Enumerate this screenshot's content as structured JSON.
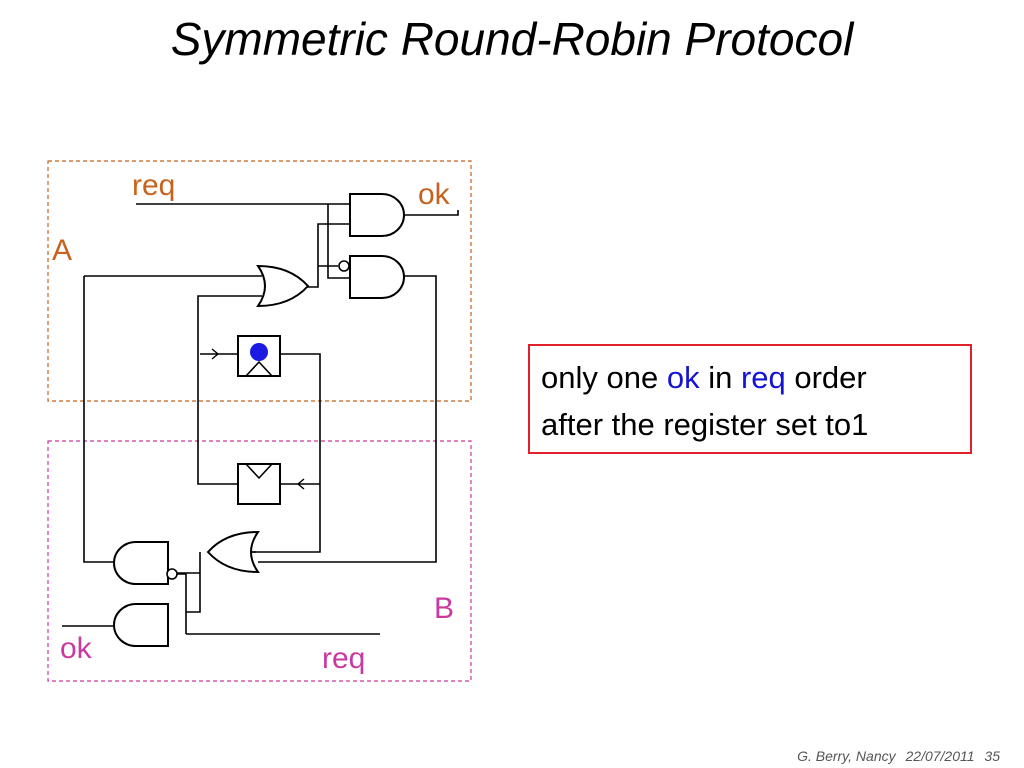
{
  "slide": {
    "title": "Symmetric Round-Robin Protocol"
  },
  "diagram": {
    "module_a": {
      "label": "A",
      "input_label": "req",
      "output_label": "ok",
      "border_color": "#c8621e"
    },
    "module_b": {
      "label": "B",
      "input_label": "req",
      "output_label": "ok",
      "border_color": "#c83aa0"
    },
    "register_state": {
      "a_initial": "set",
      "b_initial": "clear"
    },
    "register_dot_color": "#1a1ae0"
  },
  "note": {
    "line1_part1": "only one ",
    "ok_word": "ok",
    "line1_part2": " in ",
    "req_word": "req",
    "line1_part3": " order",
    "line2": "after the register set to1",
    "border_color": "#e0202a",
    "keyword_color": "#1414d2"
  },
  "footer": {
    "author": "G. Berry, Nancy",
    "date": "22/07/2011",
    "page": "35"
  }
}
